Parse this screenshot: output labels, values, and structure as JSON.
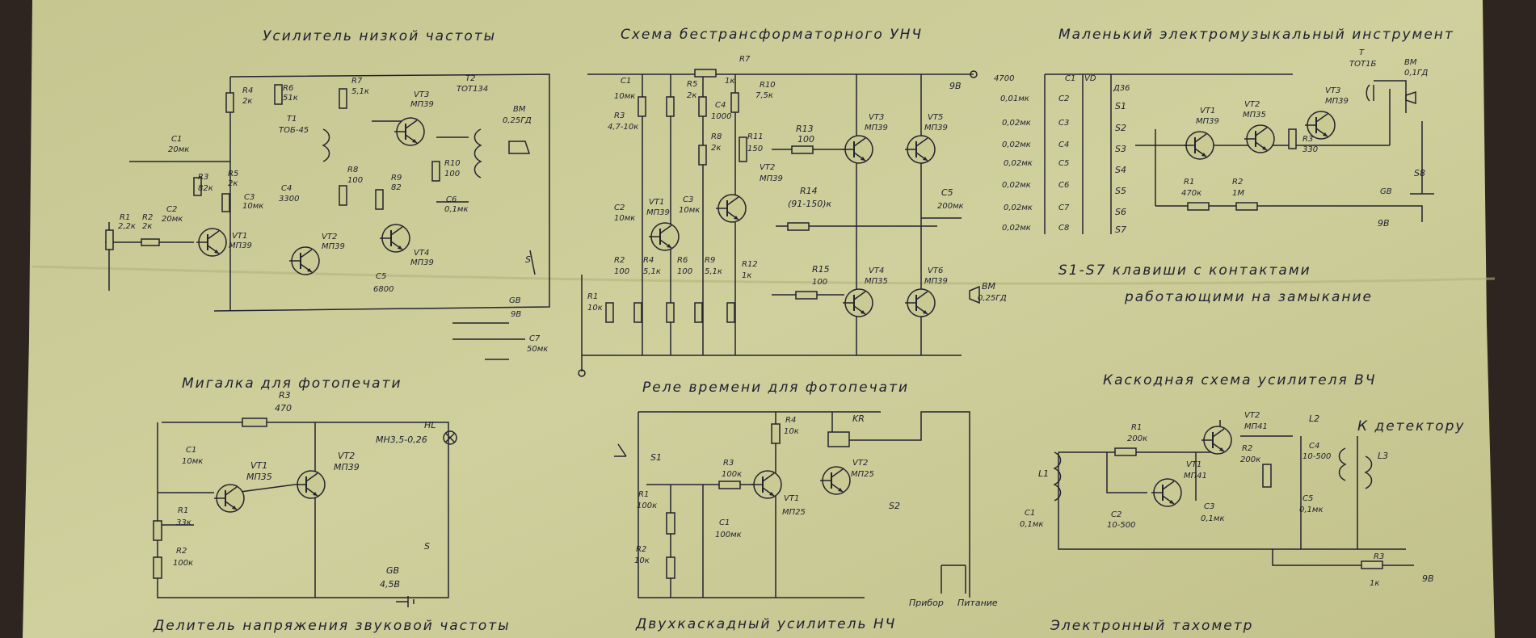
{
  "titles": {
    "ulf": "Усилитель низкой частоты",
    "beztrans": "Схема бестрансформаторного УНЧ",
    "emi": "Маленький электромузыкальный инструмент",
    "migalka": "Мигалка для фотопечати",
    "rele": "Реле времени для фотопечати",
    "kaskod": "Каскодная схема усилителя ВЧ",
    "delitel": "Делитель напряжения звуковой частоты",
    "dvuh": "Двухкаскадный усилитель НЧ",
    "taho": "Электронный тахометр"
  },
  "notes": {
    "keys1": "S1-S7 клавиши с контактами",
    "keys2": "работающими на замыкание",
    "k_det": "К детектору",
    "pribor": "Прибор",
    "pitanie": "Питание"
  },
  "ulf": {
    "r1": "R1",
    "r1v": "2,2к",
    "r2": "R2",
    "r2v": "2к",
    "c2": "C2",
    "c2v": "20мк",
    "c1": "C1",
    "c1v": "20мк",
    "r3": "R3",
    "r3v": "82к",
    "r4": "R4",
    "r4v": "2к",
    "r5": "R5",
    "r5v": "2к",
    "r6": "R6",
    "r6v": "51к",
    "t1": "T1",
    "t1v": "ТОБ-45",
    "c3": "C3",
    "c3v": "10мк",
    "c4": "C4",
    "c4v": "3300",
    "r7": "R7",
    "r7v": "5,1к",
    "r8": "R8",
    "r8v": "100",
    "r9": "R9",
    "r9v": "82",
    "vt1": "VT1",
    "vt1v": "МП39",
    "vt2": "VT2",
    "vt2v": "МП39",
    "vt3": "VT3",
    "vt3v": "МП39",
    "vt4": "VT4",
    "vt4v": "МП39",
    "r10": "R10",
    "r10v": "100",
    "c6": "C6",
    "c6v": "0,1мк",
    "t2": "T2",
    "t2v": "ТОТ134",
    "bm": "ВМ",
    "bmv": "0,25ГД",
    "c5": "C5",
    "c5v": "6800",
    "s": "S",
    "gb": "GB",
    "gbv": "9В",
    "c7": "C7",
    "c7v": "50мк"
  },
  "beztr": {
    "c1": "C1",
    "c1v": "10мк",
    "r3": "R3",
    "r3v": "4,7-10к",
    "r5": "R5",
    "r5v": "2к",
    "r7": "R7",
    "r7v": "1к",
    "c4": "C4",
    "c4v": "1000",
    "r8": "R8",
    "r8v": "2к",
    "r10": "R10",
    "r10v": "7,5к",
    "r11": "R11",
    "r11v": "150",
    "r13": "R13",
    "r13v": "100",
    "vt3": "VT3",
    "vt3v": "МП39",
    "vt5": "VT5",
    "vt5v": "МП39",
    "v9": "9В",
    "c2": "C2",
    "c2v": "10мк",
    "vt1": "VT1",
    "vt1v": "МП39",
    "c3": "C3",
    "c3v": "10мк",
    "vt2": "VT2",
    "vt2v": "МП39",
    "r14": "R14",
    "r14v": "(91-150)к",
    "c5": "C5",
    "c5v": "200мк",
    "r2": "R2",
    "r2v": "100",
    "r4": "R4",
    "r4v": "5,1к",
    "r6": "R6",
    "r6v": "100",
    "r9": "R9",
    "r9v": "5,1к",
    "r12": "R12",
    "r12v": "1к",
    "r15": "R15",
    "r15v": "100",
    "vt4": "VT4",
    "vt4v": "МП35",
    "vt6": "VT6",
    "vt6v": "МП39",
    "bm": "ВМ",
    "bmv": "0,25ГД",
    "r1": "R1",
    "r1v": "10к"
  },
  "emi": {
    "c1v": "4700",
    "c1": "C1",
    "v1": "VD",
    "r36": "Д36",
    "c2v": "0,01мк",
    "c2": "C2",
    "c3v": "0,02мк",
    "c3": "C3",
    "c4v": "0,02мк",
    "c4": "C4",
    "c5v": "0,02мк",
    "c5": "C5",
    "c6v": "0,02мк",
    "c6": "C6",
    "c7v": "0,02мк",
    "c7": "C7",
    "c8v": "0,02мк",
    "c8": "C8",
    "s1": "S1",
    "s2": "S2",
    "s3": "S3",
    "s4": "S4",
    "s5": "S5",
    "s6": "S6",
    "s7": "S7",
    "vt1": "VT1",
    "vt1v": "МП39",
    "vt2": "VT2",
    "vt2v": "МП35",
    "vt3": "VT3",
    "vt3v": "МП39",
    "r3": "R3",
    "r3v": "330",
    "t": "T",
    "tv": "ТОТ1Б",
    "bm": "ВМ",
    "bmv": "0,1ГД",
    "r1": "R1",
    "r1v": "470к",
    "r2": "R2",
    "r2v": "1М",
    "gb": "GB",
    "gbv": "9В",
    "s8": "S8"
  },
  "mig": {
    "r3": "R3",
    "r3v": "470",
    "hl": "HL",
    "hlv": "МН3,5-0,26",
    "c1": "C1",
    "c1v": "10мк",
    "vt1": "VT1",
    "vt1v": "МП35",
    "vt2": "VT2",
    "vt2v": "МП39",
    "r1": "R1",
    "r1v": "33к",
    "r2": "R2",
    "r2v": "100к",
    "s": "S",
    "gb": "GB",
    "gbv": "4,5В"
  },
  "rele": {
    "s1": "S1",
    "r4": "R4",
    "r4v": "10к",
    "kr": "KR",
    "r3": "R3",
    "r3v": "100к",
    "vt2": "VT2",
    "vt2v": "МП25",
    "r1": "R1",
    "r1v": "100к",
    "c1": "C1",
    "c1v": "100мк",
    "vt1": "VT1",
    "vt1v": "МП25",
    "r2": "R2",
    "r2v": "10к",
    "s2": "S2"
  },
  "kask": {
    "vt2": "VT2",
    "vt2v": "МП41",
    "l2": "L2",
    "r1": "R1",
    "r1v": "200к",
    "r2": "R2",
    "r2v": "200к",
    "c4": "C4",
    "c4v": "10-500",
    "l3": "L3",
    "l1": "L1",
    "vt1": "VT1",
    "vt1v": "МП41",
    "c1": "C1",
    "c1v": "0,1мк",
    "c2": "C2",
    "c2v": "10-500",
    "c3": "C3",
    "c3v": "0,1мк",
    "c5": "C5",
    "c5v": "0,1мк",
    "r3": "R3",
    "r3v": "1к",
    "v9": "9В"
  }
}
